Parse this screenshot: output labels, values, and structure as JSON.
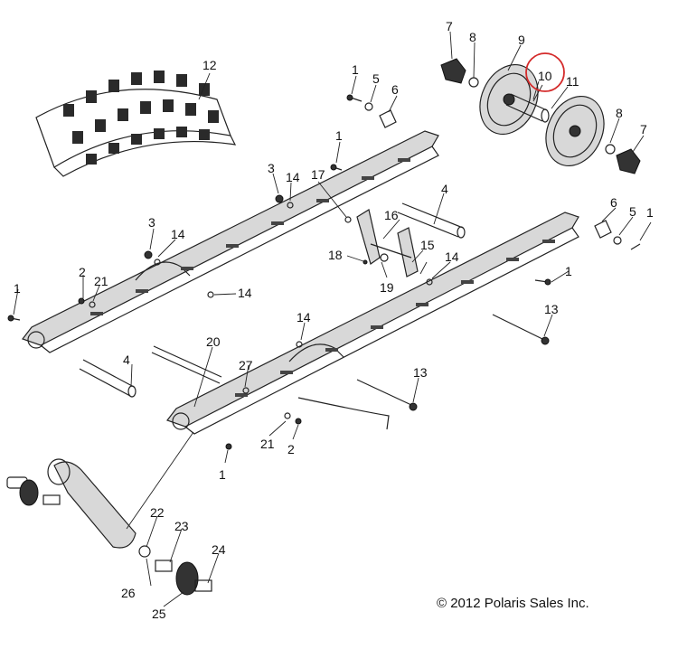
{
  "callouts": [
    {
      "id": "c1a",
      "label": "1"
    },
    {
      "id": "c1b",
      "label": "1"
    },
    {
      "id": "c1c",
      "label": "1"
    },
    {
      "id": "c1d",
      "label": "1"
    },
    {
      "id": "c1e",
      "label": "1"
    },
    {
      "id": "c1f",
      "label": "1"
    },
    {
      "id": "c2a",
      "label": "2"
    },
    {
      "id": "c2b",
      "label": "2"
    },
    {
      "id": "c3a",
      "label": "3"
    },
    {
      "id": "c3b",
      "label": "3"
    },
    {
      "id": "c4a",
      "label": "4"
    },
    {
      "id": "c4b",
      "label": "4"
    },
    {
      "id": "c5a",
      "label": "5"
    },
    {
      "id": "c5b",
      "label": "5"
    },
    {
      "id": "c6a",
      "label": "6"
    },
    {
      "id": "c6b",
      "label": "6"
    },
    {
      "id": "c7a",
      "label": "7"
    },
    {
      "id": "c7b",
      "label": "7"
    },
    {
      "id": "c8a",
      "label": "8"
    },
    {
      "id": "c8b",
      "label": "8"
    },
    {
      "id": "c9",
      "label": "9"
    },
    {
      "id": "c10",
      "label": "10"
    },
    {
      "id": "c11",
      "label": "11"
    },
    {
      "id": "c12",
      "label": "12"
    },
    {
      "id": "c13a",
      "label": "13"
    },
    {
      "id": "c13b",
      "label": "13"
    },
    {
      "id": "c14a",
      "label": "14"
    },
    {
      "id": "c14b",
      "label": "14"
    },
    {
      "id": "c14c",
      "label": "14"
    },
    {
      "id": "c14d",
      "label": "14"
    },
    {
      "id": "c14e",
      "label": "14"
    },
    {
      "id": "c15",
      "label": "15"
    },
    {
      "id": "c16",
      "label": "16"
    },
    {
      "id": "c17",
      "label": "17"
    },
    {
      "id": "c18",
      "label": "18"
    },
    {
      "id": "c19",
      "label": "19"
    },
    {
      "id": "c20",
      "label": "20"
    },
    {
      "id": "c21a",
      "label": "21"
    },
    {
      "id": "c21b",
      "label": "21"
    },
    {
      "id": "c22",
      "label": "22"
    },
    {
      "id": "c23",
      "label": "23"
    },
    {
      "id": "c24",
      "label": "24"
    },
    {
      "id": "c25",
      "label": "25"
    },
    {
      "id": "c26",
      "label": "26"
    },
    {
      "id": "c27",
      "label": "27"
    }
  ],
  "highlighted_callout": "10",
  "highlight_color": "#d42a2a",
  "copyright": "© 2012 Polaris Sales Inc."
}
